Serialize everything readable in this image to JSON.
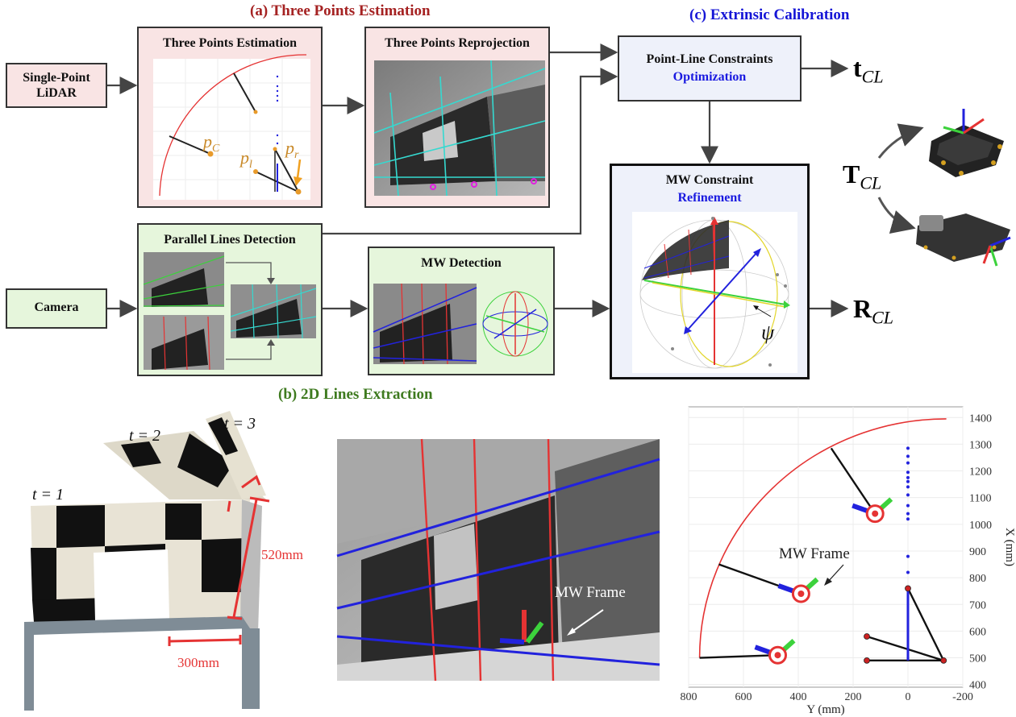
{
  "sections": {
    "a": "(a)    Three Points Estimation",
    "b": "(b)    2D Lines Extraction",
    "c": "(c)    Extrinsic Calibration"
  },
  "inputs": {
    "lidar_line1": "Single-Point",
    "lidar_line2": "LiDAR",
    "camera": "Camera"
  },
  "boxes": {
    "three_points_estimation": "Three Points Estimation",
    "three_points_reprojection": "Three Points Reprojection",
    "parallel_lines_detection": "Parallel Lines Detection",
    "mw_detection": "MW Detection",
    "point_line_title": "Point-Line Constraints",
    "point_line_sub": "Optimization",
    "mw_constraint_title": "MW Constraint",
    "mw_constraint_sub": "Refinement"
  },
  "symbols": {
    "p_c": "p",
    "p_c_sub": "C",
    "p_l": "p",
    "p_l_sub": "l",
    "p_r": "p",
    "p_r_sub": "r",
    "psi": "ψ",
    "t_cl": "t",
    "t_cl_sub": "CL",
    "T_cl": "T",
    "T_cl_sub": "CL",
    "R_cl": "R",
    "R_cl_sub": "CL"
  },
  "bottom": {
    "t1": "t = 1",
    "t2": "t = 2",
    "t3": "t = 3",
    "dim_520": "520mm",
    "dim_300": "300mm",
    "mw_frame_photo": "MW Frame",
    "mw_frame_plot": "MW Frame"
  },
  "chart_data": {
    "type": "scatter",
    "xlabel": "Y (mm)",
    "ylabel": "X (mm)",
    "xlim": [
      800,
      -200
    ],
    "ylim": [
      390,
      1440
    ],
    "x_ticks": [
      "800",
      "600",
      "400",
      "200",
      "0",
      "-200"
    ],
    "y_ticks": [
      "1400",
      "1300",
      "1200",
      "1100",
      "1000",
      "900",
      "800",
      "700",
      "600",
      "500",
      "400"
    ],
    "grid": true,
    "series": [
      {
        "kind": "arc",
        "color": "#e53333",
        "note": "detection range boundary"
      },
      {
        "kind": "points",
        "color": "#2222dd",
        "points": [
          [
            0,
            1285
          ],
          [
            0,
            1255
          ],
          [
            0,
            1230
          ],
          [
            0,
            1195
          ],
          [
            0,
            1175
          ],
          [
            0,
            1160
          ],
          [
            0,
            1140
          ],
          [
            0,
            1110
          ],
          [
            0,
            1070
          ],
          [
            0,
            1040
          ],
          [
            0,
            1020
          ],
          [
            0,
            880
          ],
          [
            0,
            820
          ],
          [
            0,
            760
          ]
        ]
      },
      {
        "kind": "endpoints",
        "color": "#cc2222",
        "points": [
          [
            0,
            760
          ],
          [
            150,
            580
          ],
          [
            -130,
            490
          ],
          [
            150,
            490
          ]
        ]
      }
    ],
    "mw_frames": [
      [
        120,
        1040
      ],
      [
        390,
        740
      ],
      [
        475,
        510
      ]
    ]
  },
  "colors": {
    "red": "#e53333",
    "blue": "#2222dd",
    "green": "#3cd23c",
    "cyan": "#35d9d0",
    "box_pink": "#f9e4e4",
    "box_green": "#e6f6dc"
  }
}
